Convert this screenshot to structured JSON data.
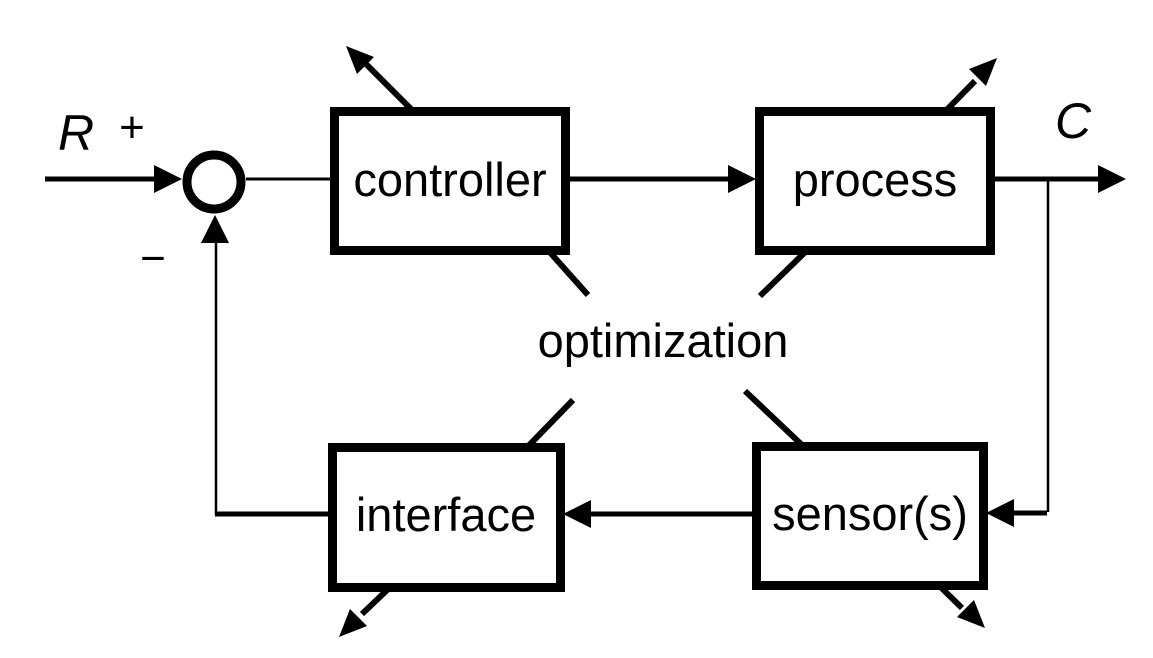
{
  "diagram": {
    "kind": "feedback-control-loop-block-diagram",
    "colors": {
      "stroke": "#000000",
      "background": "#ffffff"
    },
    "labels": {
      "reference_signal": "R",
      "plus_sign": "+",
      "minus_sign": "−",
      "output_signal": "C",
      "optimization": "optimization"
    },
    "blocks": {
      "controller": "controller",
      "process": "process",
      "interface": "interface",
      "sensors": "sensor(s)"
    },
    "edges": [
      {
        "from": "R",
        "to": "summing-junction",
        "arrow": true
      },
      {
        "from": "summing-junction",
        "to": "controller",
        "arrow": false
      },
      {
        "from": "controller",
        "to": "process",
        "arrow": true
      },
      {
        "from": "process",
        "to": "C",
        "arrow": true
      },
      {
        "from": "C",
        "to": "sensor(s)",
        "arrow": true
      },
      {
        "from": "sensor(s)",
        "to": "interface",
        "arrow": true
      },
      {
        "from": "interface",
        "to": "summing-junction",
        "arrow": true,
        "sign": "−"
      },
      {
        "from": "optimization",
        "to": "controller",
        "arrow": false
      },
      {
        "from": "optimization",
        "to": "process",
        "arrow": false
      },
      {
        "from": "optimization",
        "to": "interface",
        "arrow": false
      },
      {
        "from": "optimization",
        "to": "sensor(s)",
        "arrow": false
      },
      {
        "from": "controller",
        "to": "outward-upper-left",
        "arrow": true
      },
      {
        "from": "process",
        "to": "outward-upper-right",
        "arrow": true
      },
      {
        "from": "interface",
        "to": "outward-lower-left",
        "arrow": true
      },
      {
        "from": "sensor(s)",
        "to": "outward-lower-right",
        "arrow": true
      }
    ]
  }
}
